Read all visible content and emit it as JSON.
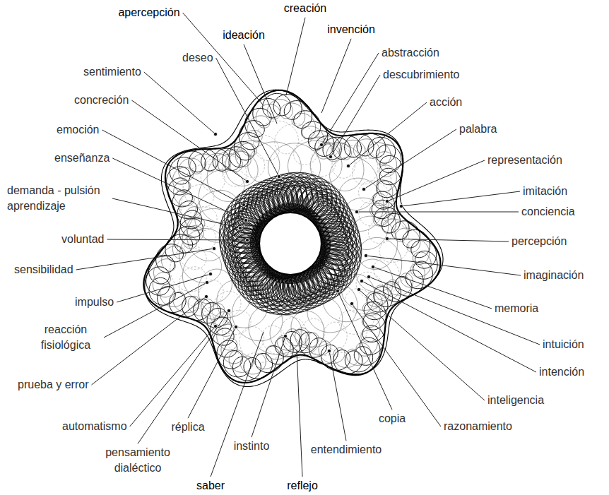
{
  "diagram": {
    "labels": [
      "apercepción",
      "creación",
      "ideación",
      "invención",
      "abstracción",
      "descubrimiento",
      "acción",
      "palabra",
      "representación",
      "imitación",
      "conciencia",
      "percepción",
      "imaginación",
      "memoria",
      "intuición",
      "intención",
      "inteligencia",
      "razonamiento",
      "copia",
      "entendimiento",
      "reflejo",
      "instinto",
      "saber",
      "réplica",
      "pensamiento dialéctico",
      "automatismo",
      "prueba y error",
      "reacción fisiológica",
      "impulso",
      "sensibilidad",
      "voluntad",
      "demanda - pulsión aprendizaje",
      "enseñanza",
      "emoción",
      "concreción",
      "sentimiento",
      "deseo"
    ]
  }
}
